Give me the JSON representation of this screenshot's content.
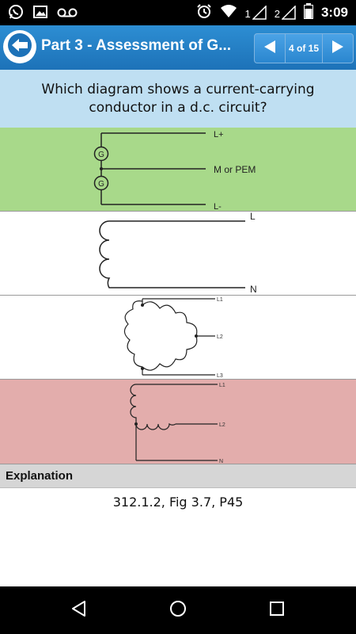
{
  "status_bar": {
    "sim1_label": "1",
    "sim2_label": "2",
    "time": "3:09",
    "icons": [
      "whatsapp-icon",
      "image-icon",
      "voicemail-icon",
      "alarm-icon",
      "wifi-icon",
      "signal-icon",
      "battery-icon"
    ]
  },
  "header": {
    "title": "Part 3 - Assessment of G...",
    "page_indicator": "4 of 15",
    "accent_color": "#1d72b8"
  },
  "question": {
    "text": "Which diagram shows a current-carrying conductor in a d.c. circuit?"
  },
  "options": [
    {
      "state": "correct",
      "color": "#a8d98a",
      "labels": {
        "top": "L+",
        "middle": "M or PEM",
        "bottom": "L-",
        "gen1": "G",
        "gen2": "G"
      }
    },
    {
      "state": "neutral",
      "color": "#ffffff",
      "labels": {
        "top": "L",
        "bottom": "N"
      }
    },
    {
      "state": "neutral",
      "color": "#ffffff",
      "labels": {
        "l1": "L1",
        "l2": "L2",
        "l3": "L3"
      }
    },
    {
      "state": "selected-wrong",
      "color": "#e3adac",
      "labels": {
        "l1": "L1",
        "l2": "L2",
        "n": "N"
      }
    }
  ],
  "explanation": {
    "heading": "Explanation",
    "text": "312.1.2, Fig 3.7, P45"
  },
  "navbar": {
    "icons": [
      "back-triangle-icon",
      "home-circle-icon",
      "recents-square-icon"
    ]
  }
}
